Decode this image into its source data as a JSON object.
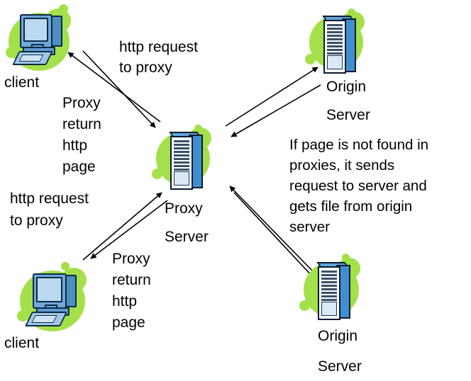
{
  "diagram": {
    "title": "Proxy server http request flow diagram",
    "background_color": "#ffffff",
    "blob_color": "#a3e04a",
    "device_color": "#3f8fd0",
    "arrow_color": "#000000"
  },
  "nodes": [
    {
      "id": "client-top",
      "icon": "desktop-computer-icon",
      "label": "client",
      "label_lines": [
        "client"
      ]
    },
    {
      "id": "proxy-server",
      "icon": "server-rack-icon",
      "label": "Proxy Server",
      "label_lines": [
        "Proxy",
        "Server"
      ]
    },
    {
      "id": "origin-server-top",
      "icon": "server-rack-icon",
      "label": "Origin Server",
      "label_lines": [
        "Origin",
        "Server"
      ]
    },
    {
      "id": "client-bottom",
      "icon": "desktop-computer-icon",
      "label": "client",
      "label_lines": [
        "client"
      ]
    },
    {
      "id": "origin-server-bottom",
      "icon": "server-rack-icon",
      "label": "Origin Server",
      "label_lines": [
        "Origin",
        "Server"
      ]
    }
  ],
  "annotations": {
    "top_request": {
      "lines": [
        "http request",
        "to proxy"
      ]
    },
    "top_return": {
      "lines": [
        "Proxy",
        "return",
        "http",
        "page"
      ]
    },
    "bottom_request": {
      "lines": [
        "http request",
        "to proxy"
      ]
    },
    "bottom_return": {
      "lines": [
        "Proxy",
        "return",
        "http",
        "page"
      ]
    },
    "proxy_caption": {
      "lines": [
        "Proxy",
        "Server"
      ]
    },
    "origin_top_caption": {
      "lines": [
        "Origin",
        "Server"
      ]
    },
    "origin_bottom_caption": {
      "lines": [
        "Origin",
        "Server"
      ]
    },
    "client_top_caption": {
      "lines": [
        "client"
      ]
    },
    "client_bottom_caption": {
      "lines": [
        "client"
      ]
    },
    "explanation": {
      "lines": [
        "If page is not found in",
        "proxies, it sends",
        "request to server and",
        "gets file from origin",
        "server"
      ]
    }
  },
  "edges": [
    {
      "id": "client-top-to-proxy",
      "from": "client-top",
      "to": "proxy-server",
      "direction": "down-right",
      "label": "http request to proxy"
    },
    {
      "id": "proxy-to-client-top",
      "from": "proxy-server",
      "to": "client-top",
      "direction": "up-left",
      "label": "Proxy return http page"
    },
    {
      "id": "proxy-to-origin-top",
      "from": "proxy-server",
      "to": "origin-server-top",
      "direction": "up-right",
      "label": "request to server"
    },
    {
      "id": "origin-top-to-proxy",
      "from": "origin-server-top",
      "to": "proxy-server",
      "direction": "down-left",
      "label": "file from origin server"
    },
    {
      "id": "client-bottom-to-proxy",
      "from": "client-bottom",
      "to": "proxy-server",
      "direction": "up-right",
      "label": "http request to proxy"
    },
    {
      "id": "proxy-to-client-bottom",
      "from": "proxy-server",
      "to": "client-bottom",
      "direction": "down-left",
      "label": "Proxy return http page"
    },
    {
      "id": "origin-bottom-to-proxy",
      "from": "origin-server-bottom",
      "to": "proxy-server",
      "direction": "up-left",
      "label": "file from origin server"
    },
    {
      "id": "proxy-to-origin-bottom",
      "from": "proxy-server",
      "to": "origin-server-bottom",
      "direction": "down-right",
      "label": "request to server"
    }
  ]
}
